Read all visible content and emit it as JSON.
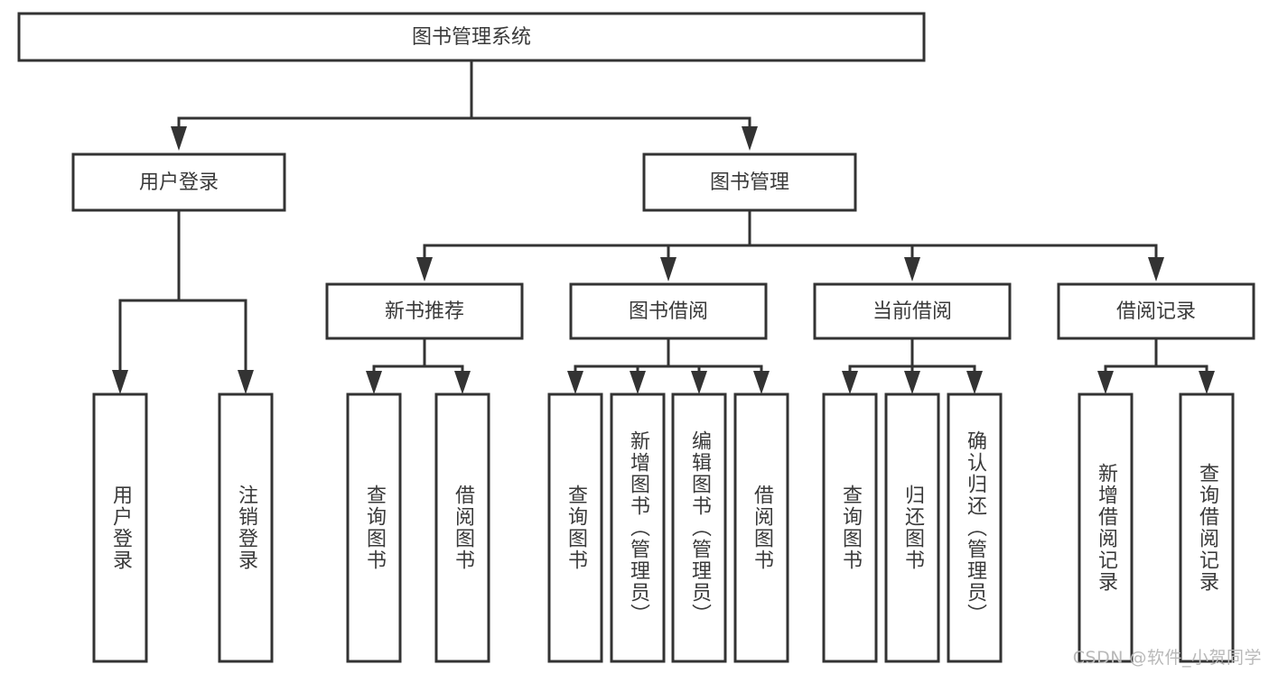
{
  "diagram": {
    "type": "tree-hierarchy",
    "title": "图书管理系统",
    "watermark": "CSDN @软件_小贺同学",
    "root": {
      "id": "root",
      "label": "图书管理系统",
      "orientation": "horizontal"
    },
    "level1": [
      {
        "id": "user-login",
        "label": "用户登录",
        "orientation": "horizontal"
      },
      {
        "id": "book-management",
        "label": "图书管理",
        "orientation": "horizontal"
      }
    ],
    "level2": [
      {
        "id": "new-book-recommend",
        "label": "新书推荐",
        "orientation": "horizontal",
        "parent": "book-management"
      },
      {
        "id": "book-borrow",
        "label": "图书借阅",
        "orientation": "horizontal",
        "parent": "book-management"
      },
      {
        "id": "current-borrow",
        "label": "当前借阅",
        "orientation": "horizontal",
        "parent": "book-management"
      },
      {
        "id": "borrow-record",
        "label": "借阅记录",
        "orientation": "horizontal",
        "parent": "book-management"
      }
    ],
    "leaves": [
      {
        "id": "leaf-user-login",
        "label": "用户登录",
        "orientation": "vertical",
        "parent": "user-login"
      },
      {
        "id": "leaf-user-logout",
        "label": "注销登录",
        "orientation": "vertical",
        "parent": "user-login"
      },
      {
        "id": "leaf-query-book-1",
        "label": "查询图书",
        "orientation": "vertical",
        "parent": "new-book-recommend"
      },
      {
        "id": "leaf-borrow-book-1",
        "label": "借阅图书",
        "orientation": "vertical",
        "parent": "new-book-recommend"
      },
      {
        "id": "leaf-query-book-2",
        "label": "查询图书",
        "orientation": "vertical",
        "parent": "book-borrow"
      },
      {
        "id": "leaf-add-book",
        "label": "新增图书（管理员）",
        "orientation": "vertical",
        "parent": "book-borrow"
      },
      {
        "id": "leaf-edit-book",
        "label": "编辑图书（管理员）",
        "orientation": "vertical",
        "parent": "book-borrow"
      },
      {
        "id": "leaf-borrow-book-2",
        "label": "借阅图书",
        "orientation": "vertical",
        "parent": "book-borrow"
      },
      {
        "id": "leaf-query-book-3",
        "label": "查询图书",
        "orientation": "vertical",
        "parent": "current-borrow"
      },
      {
        "id": "leaf-return-book",
        "label": "归还图书",
        "orientation": "vertical",
        "parent": "current-borrow"
      },
      {
        "id": "leaf-confirm-return",
        "label": "确认归还（管理员）",
        "orientation": "vertical",
        "parent": "current-borrow"
      },
      {
        "id": "leaf-add-record",
        "label": "新增借阅记录",
        "orientation": "vertical",
        "parent": "borrow-record"
      },
      {
        "id": "leaf-query-record",
        "label": "查询借阅记录",
        "orientation": "vertical",
        "parent": "borrow-record"
      }
    ],
    "colors": {
      "box_stroke": "#333333",
      "box_fill": "#ffffff",
      "text": "#3a3a3a",
      "background": "#ffffff",
      "watermark": "#b9b9b9"
    }
  }
}
